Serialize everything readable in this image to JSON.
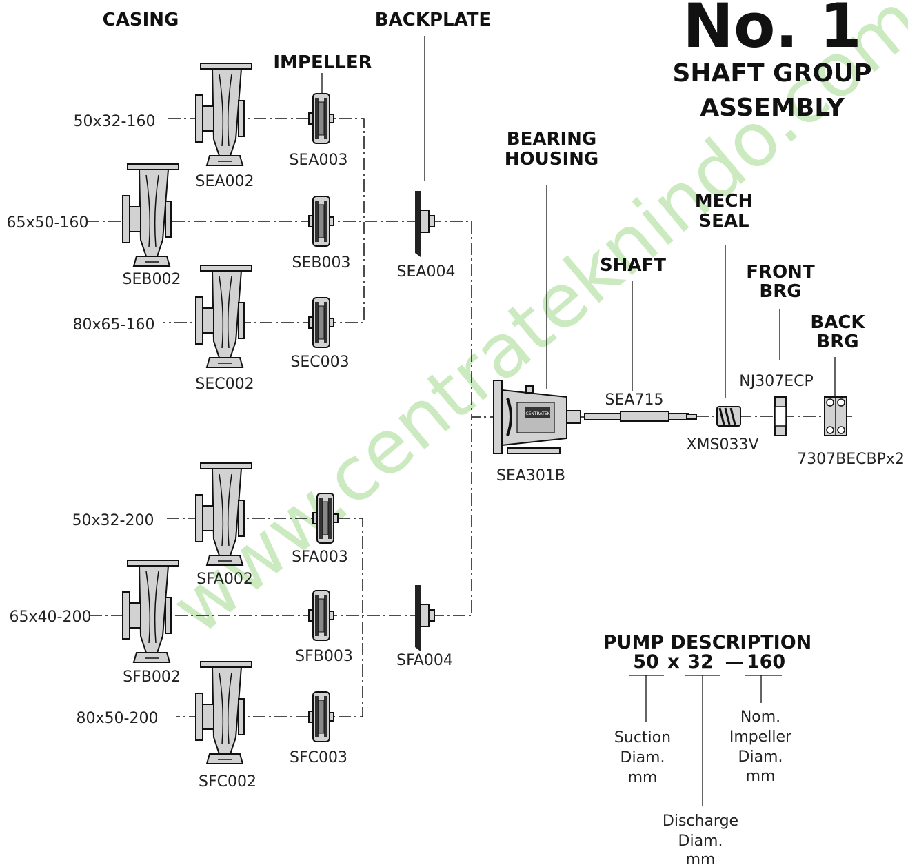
{
  "title": {
    "number": "No. 1",
    "line1": "SHAFT GROUP",
    "line2": "ASSEMBLY"
  },
  "headers": {
    "casing": "CASING",
    "impeller": "IMPELLER",
    "backplate": "BACKPLATE",
    "bearing_housing": [
      "BEARING",
      "HOUSING"
    ],
    "shaft": "SHAFT",
    "mech_seal": [
      "MECH",
      "SEAL"
    ],
    "front_brg": [
      "FRONT",
      "BRG"
    ],
    "back_brg": [
      "BACK",
      "BRG"
    ]
  },
  "pump_sizes": [
    "50x32-160",
    "65x50-160",
    "80x65-160",
    "50x32-200",
    "65x40-200",
    "80x50-200"
  ],
  "casings": [
    "SEA002",
    "SEB002",
    "SEC002",
    "SFA002",
    "SFB002",
    "SFC002"
  ],
  "impellers": [
    "SEA003",
    "SEB003",
    "SEC003",
    "SFA003",
    "SFB003",
    "SFC003"
  ],
  "backplates": [
    "SEA004",
    "SFA004"
  ],
  "bearing_housing_code": "SEA301B",
  "housing_nameplate": "CENTRATEK",
  "shaft_code": "SEA715",
  "mech_seal_code": "XMS033V",
  "front_brg_code": "NJ307ECP",
  "back_brg_code": "7307BECBPx2",
  "pump_description": {
    "heading": "PUMP DESCRIPTION",
    "parts": [
      "50",
      "x",
      "32",
      "—",
      "160"
    ],
    "suction": [
      "Suction",
      "Diam.",
      "mm"
    ],
    "discharge": [
      "Discharge",
      "Diam.",
      "mm"
    ],
    "impeller": [
      "Nom.",
      "Impeller",
      "Diam.",
      "mm"
    ]
  },
  "watermark": "www.centrateknindo.com",
  "colors": {
    "ink": "#111111",
    "metal": "#d2d2d2",
    "watermark": "#5fbf3f"
  }
}
